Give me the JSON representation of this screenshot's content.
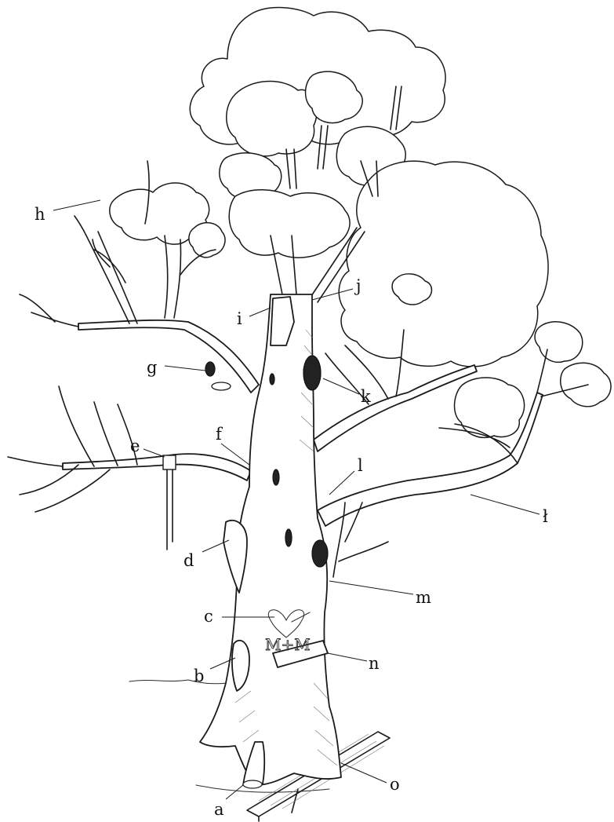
{
  "labels": [
    {
      "key": "a",
      "text": "a"
    },
    {
      "key": "b",
      "text": "b"
    },
    {
      "key": "c",
      "text": "c"
    },
    {
      "key": "d",
      "text": "d"
    },
    {
      "key": "e",
      "text": "e"
    },
    {
      "key": "f",
      "text": "f"
    },
    {
      "key": "g",
      "text": "g"
    },
    {
      "key": "h",
      "text": "h"
    },
    {
      "key": "i",
      "text": "i"
    },
    {
      "key": "j",
      "text": "j"
    },
    {
      "key": "k",
      "text": "k"
    },
    {
      "key": "l",
      "text": "l"
    },
    {
      "key": "l2",
      "text": "ł"
    },
    {
      "key": "m",
      "text": "m"
    },
    {
      "key": "n",
      "text": "n"
    },
    {
      "key": "o",
      "text": "o"
    }
  ],
  "carving": {
    "initials": "M+M"
  }
}
